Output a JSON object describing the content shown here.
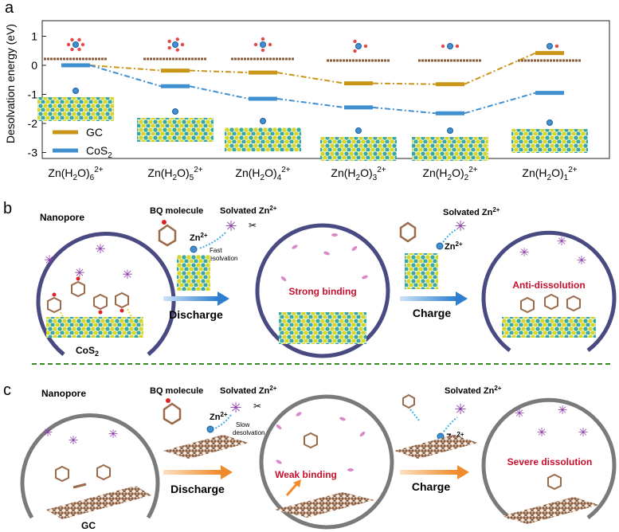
{
  "panels": {
    "a": {
      "label": "a",
      "ylabel": "Desolvation energy (eV)",
      "yticks": [
        "1",
        "0",
        "-1",
        "-2",
        "-3"
      ],
      "xticks": [
        {
          "base": "Zn(H",
          "sub": "2",
          "mid": "O)",
          "n": "6",
          "sup": "2+"
        },
        {
          "base": "Zn(H",
          "sub": "2",
          "mid": "O)",
          "n": "5",
          "sup": "2+"
        },
        {
          "base": "Zn(H",
          "sub": "2",
          "mid": "O)",
          "n": "4",
          "sup": "2+"
        },
        {
          "base": "Zn(H",
          "sub": "2",
          "mid": "O)",
          "n": "3",
          "sup": "2+"
        },
        {
          "base": "Zn(H",
          "sub": "2",
          "mid": "O)",
          "n": "2",
          "sup": "2+"
        },
        {
          "base": "Zn(H",
          "sub": "2",
          "mid": "O)",
          "n": "1",
          "sup": "2+"
        }
      ],
      "legend": {
        "gc": "GC",
        "cos2_base": "CoS",
        "cos2_sub": "2"
      }
    },
    "b": {
      "label": "b",
      "nanopore": "Nanopore",
      "bq_molecule": "BQ molecule",
      "solvated_zn": "Solvated Zn",
      "zn_sup": "2+",
      "zn": "Zn",
      "fast": "Fast",
      "desolvation": "desolvation",
      "discharge": "Discharge",
      "charge": "Charge",
      "strong_binding": "Strong binding",
      "anti_dissolution": "Anti-dissolution",
      "cos2_base": "CoS",
      "cos2_sub": "2"
    },
    "c": {
      "label": "c",
      "nanopore": "Nanopore",
      "bq_molecule": "BQ molecule",
      "solvated_zn": "Solvated Zn",
      "zn_sup": "2+",
      "zn": "Zn",
      "slow": "Slow",
      "desolvation": "desolvation",
      "discharge": "Discharge",
      "charge": "Charge",
      "weak_binding": "Weak binding",
      "severe_dissolution": "Severe dissolution",
      "gc": "GC"
    }
  },
  "chart_data": {
    "type": "line",
    "ylabel": "Desolvation energy (eV)",
    "ylim": [
      -3.3,
      1.3
    ],
    "categories": [
      "Zn(H2O)6 2+",
      "Zn(H2O)5 2+",
      "Zn(H2O)4 2+",
      "Zn(H2O)3 2+",
      "Zn(H2O)2 2+",
      "Zn(H2O)1 2+"
    ],
    "series": [
      {
        "name": "GC",
        "values": [
          0.0,
          -0.18,
          -0.25,
          -0.62,
          -0.65,
          0.42
        ],
        "color": "#c9961a"
      },
      {
        "name": "CoS2",
        "values": [
          0.0,
          -0.72,
          -1.15,
          -1.45,
          -1.65,
          -0.95
        ],
        "color": "#3f8fd1"
      }
    ],
    "legend": "bottom-left",
    "grid": false
  },
  "colors": {
    "gc": "#c9961a",
    "cos2": "#3f8fd1",
    "nanopore_b": "#4a4a82",
    "nanopore_c": "#7a7a7a",
    "red_text": "#c8102e",
    "divider": "#3a8a2a"
  }
}
